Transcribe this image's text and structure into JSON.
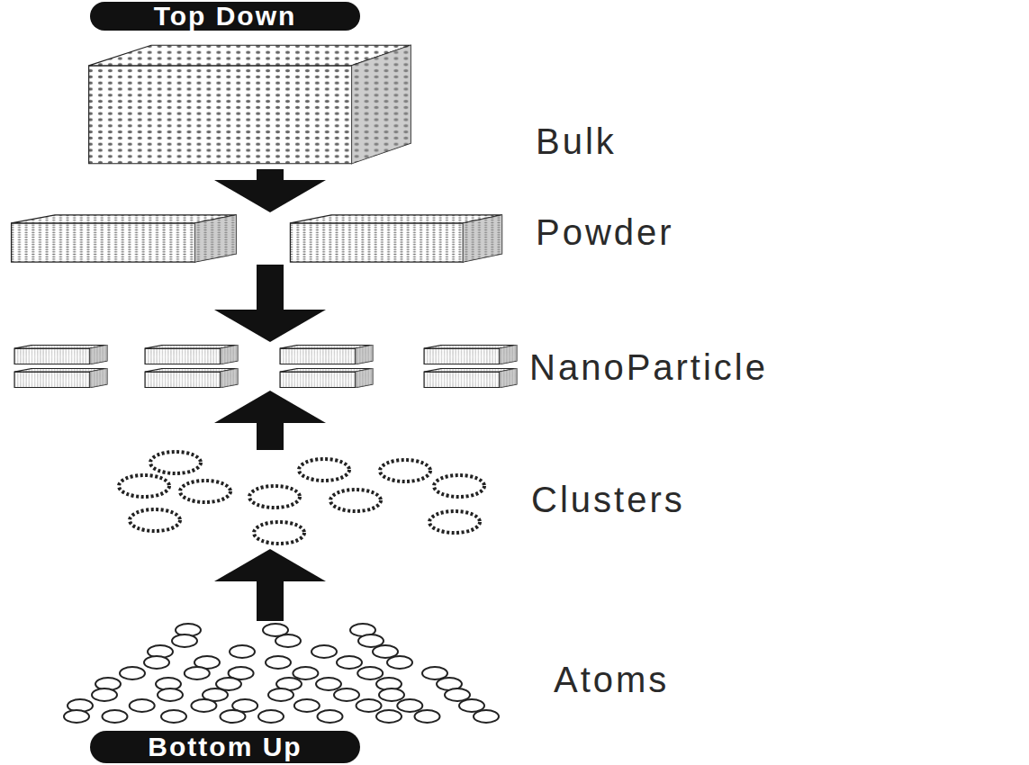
{
  "diagram": {
    "nodes": [
      {
        "text": [
          "Top Down"
        ]
      },
      {
        "text": [
          "Bulk"
        ]
      },
      {
        "text": [
          "Powder"
        ]
      },
      {
        "text": [
          "NanoParticle"
        ]
      },
      {
        "text": [
          "Clusters"
        ]
      },
      {
        "text": [
          "Atoms"
        ]
      },
      {
        "text": [
          "Bottom Up"
        ]
      }
    ],
    "edges": [
      {
        "from": 1,
        "to": 2,
        "arrow": "to"
      },
      {
        "from": 2,
        "to": 3,
        "arrow": "to"
      },
      {
        "from": 4,
        "to": 3,
        "arrow": "to"
      },
      {
        "from": 5,
        "to": 4,
        "arrow": "to"
      }
    ]
  }
}
